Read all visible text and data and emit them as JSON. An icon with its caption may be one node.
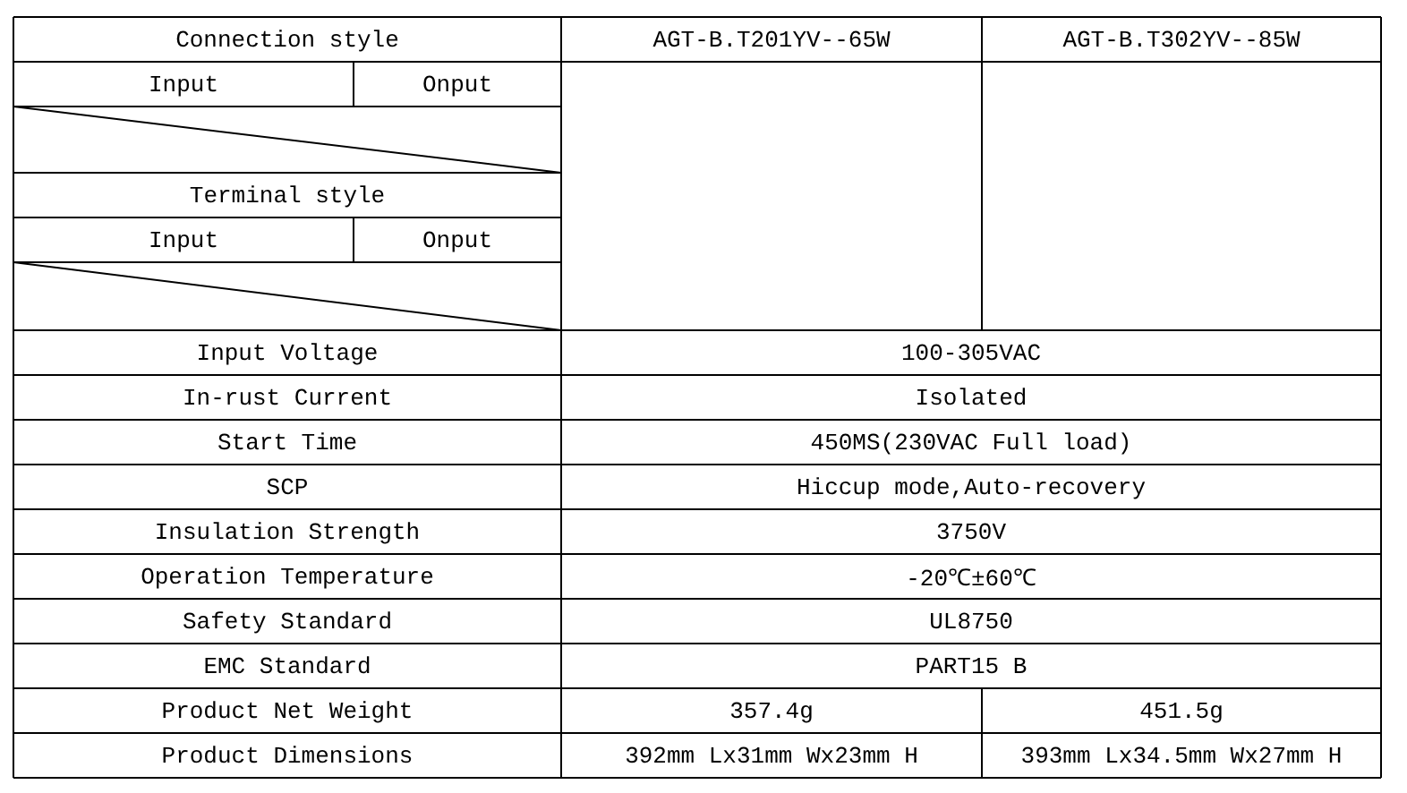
{
  "diagram": {
    "labels": [
      "Connection style",
      "AGT-B.T201YV--65W",
      "AGT-B.T302YV--85W",
      "Input",
      "Onput",
      "Terminal style",
      "Input",
      "Onput",
      "Input Voltage",
      "100-305VAC",
      "In-rust Current",
      "Isolated",
      "Start Time",
      "450MS(230VAC Full load)",
      "SCP",
      "Hiccup mode,Auto-recovery",
      "Insulation Strength",
      "3750V",
      "Operation Temperature",
      "-20℃±60℃",
      "Safety Standard",
      "UL8750",
      "EMC Standard",
      "PART15 B",
      "Product Net Weight",
      "357.4g",
      "451.5g",
      "Product Dimensions",
      "392mm Lx31mm Wx23mm H",
      "393mm Lx34.5mm Wx27mm H"
    ]
  }
}
